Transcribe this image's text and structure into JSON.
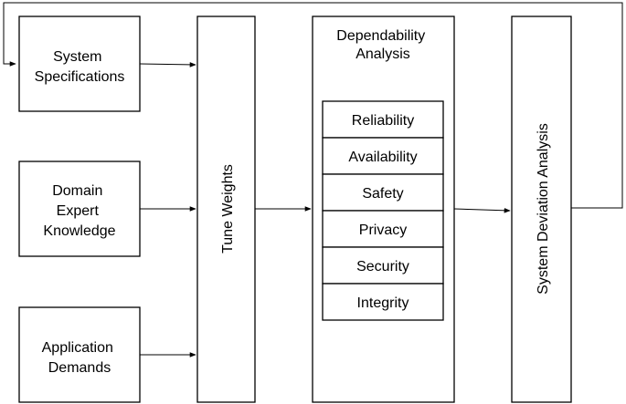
{
  "inputs": {
    "system_specifications": [
      "System",
      "Specifications"
    ],
    "domain_expert_knowledge": [
      "Domain",
      "Expert",
      "Knowledge"
    ],
    "application_demands": [
      "Application",
      "Demands"
    ]
  },
  "tune_weights": "Tune Weights",
  "dependability": {
    "title": [
      "Dependability",
      "Analysis"
    ],
    "attributes": [
      "Reliability",
      "Availability",
      "Safety",
      "Privacy",
      "Security",
      "Integrity"
    ]
  },
  "system_deviation_analysis": "System Deviation Analysis"
}
